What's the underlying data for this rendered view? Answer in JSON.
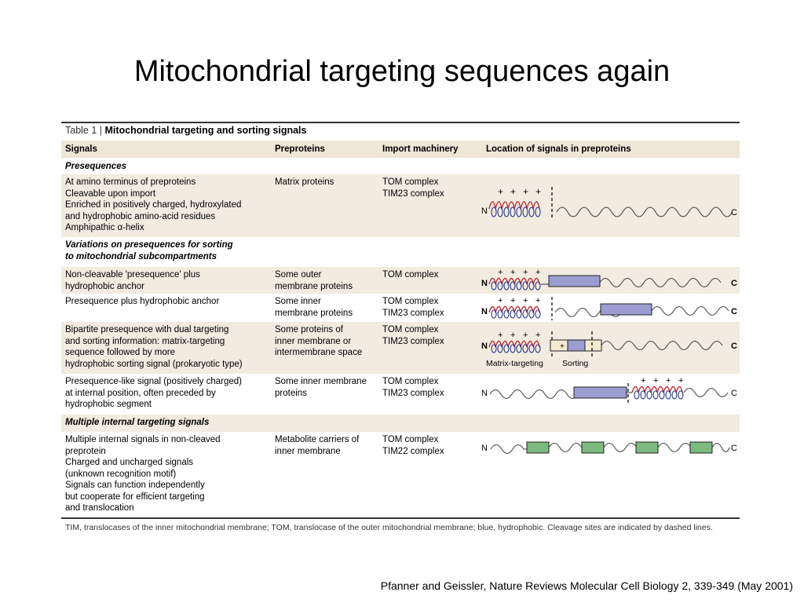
{
  "slide": {
    "title": "Mitochondrial targeting sequences again",
    "citation": "Pfanner and Geissler, Nature Reviews Molecular Cell Biology 2, 339-349 (May 2001)"
  },
  "table": {
    "caption_prefix": "Table 1 | ",
    "caption_title": "Mitochondrial targeting and sorting signals",
    "headers": [
      "Signals",
      "Preproteins",
      "Import machinery",
      "Location of signals in preproteins"
    ],
    "sections": [
      {
        "label": "Presequences"
      },
      {
        "label": "Variations on presequences for sorting\nto mitochondrial subcompartments"
      },
      {
        "label": "Multiple internal targeting signals"
      }
    ],
    "rows": [
      {
        "signals": "At amino terminus of preproteins\nCleavable upon import\nEnriched in positively charged, hydroxylated\nand hydrophobic amino-acid residues\nAmphipathic α-helix",
        "preproteins": "Matrix proteins",
        "machinery": "TOM complex\nTIM23 complex"
      },
      {
        "signals": "Non-cleavable 'presequence' plus\nhydrophobic anchor",
        "preproteins": "Some outer\nmembrane proteins",
        "machinery": "TOM complex"
      },
      {
        "signals": "Presequence plus hydrophobic anchor",
        "preproteins": "Some inner\nmembrane proteins",
        "machinery": "TOM complex\nTIM23 complex"
      },
      {
        "signals": "Bipartite presequence with dual targeting\nand sorting information: matrix-targeting\nsequence followed by more\nhydrophobic sorting signal (prokaryotic type)",
        "preproteins": "Some proteins of\ninner membrane or\nintermembrane space",
        "machinery": "TOM complex\nTIM23 complex"
      },
      {
        "signals": "Presequence-like signal (positively charged)\nat internal position, often preceded by\nhydrophobic segment",
        "preproteins": "Some inner membrane\nproteins",
        "machinery": "TOM complex\nTIM23 complex"
      },
      {
        "signals": "Multiple internal signals in non-cleaved\npreprotein\nCharged and uncharged signals\n(unknown recognition motif)\nSignals can function independently\nbut cooperate for efficient targeting\nand translocation",
        "preproteins": "Metabolite carriers of\ninner membrane",
        "machinery": "TOM complex\nTIM22 complex"
      }
    ],
    "diagram_labels": {
      "n_terminus": "N",
      "c_terminus": "C",
      "plus": "+",
      "matrix_targeting": "Matrix-targeting",
      "sorting": "Sorting"
    },
    "footnote": "TIM, translocases of the inner mitochondrial membrane; TOM, translocase of the outer mitochondrial membrane; blue, hydrophobic. Cleavage sites are indicated by dashed lines.",
    "colors": {
      "header_bg": "#eee6d6",
      "shade_bg": "#f1ebe0",
      "helix_red": "#c0303a",
      "hydrophobic_blue": "#9a9cd2",
      "internal_green": "#7cba80",
      "sorting_box": "#f4ead0"
    }
  }
}
